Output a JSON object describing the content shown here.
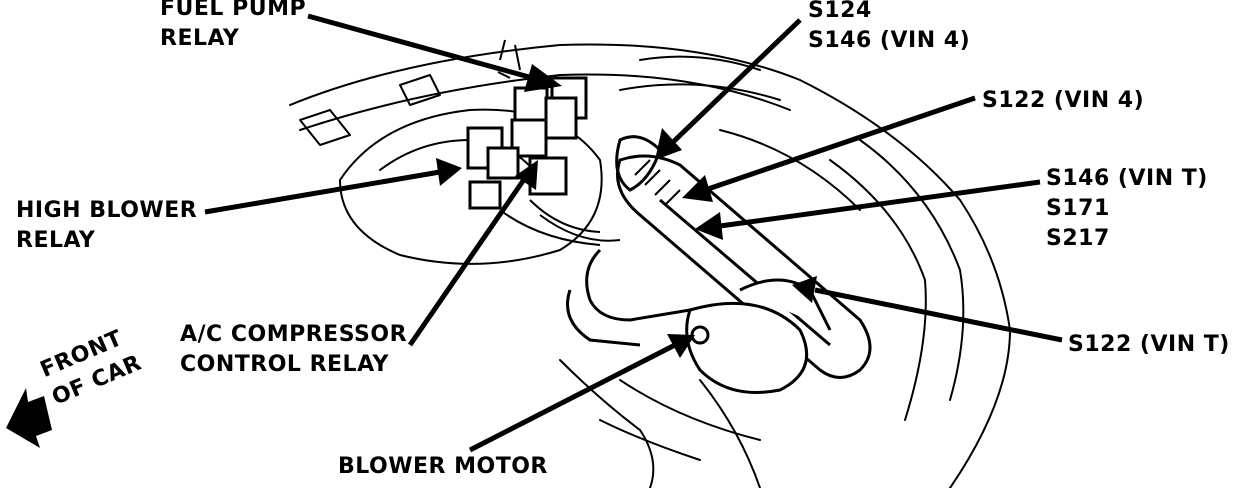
{
  "callouts": {
    "fuel_pump_relay": [
      "FUEL PUMP",
      "RELAY"
    ],
    "s124_s146_vin4": [
      "S124",
      "S146 (VIN 4)"
    ],
    "s122_vin4": [
      "S122 (VIN 4)"
    ],
    "s146_s171_s217": [
      "S146 (VIN T)",
      "S171",
      "S217"
    ],
    "high_blower_relay": [
      "HIGH BLOWER",
      "RELAY"
    ],
    "ac_compressor_control_relay": [
      "A/C COMPRESSOR",
      "CONTROL RELAY"
    ],
    "s122_vint": [
      "S122 (VIN T)"
    ],
    "blower_motor": [
      "BLOWER MOTOR"
    ],
    "front_of_car": [
      "FRONT",
      "OF CAR"
    ]
  },
  "colors": {
    "ink": "#000000",
    "paper": "#ffffff"
  }
}
